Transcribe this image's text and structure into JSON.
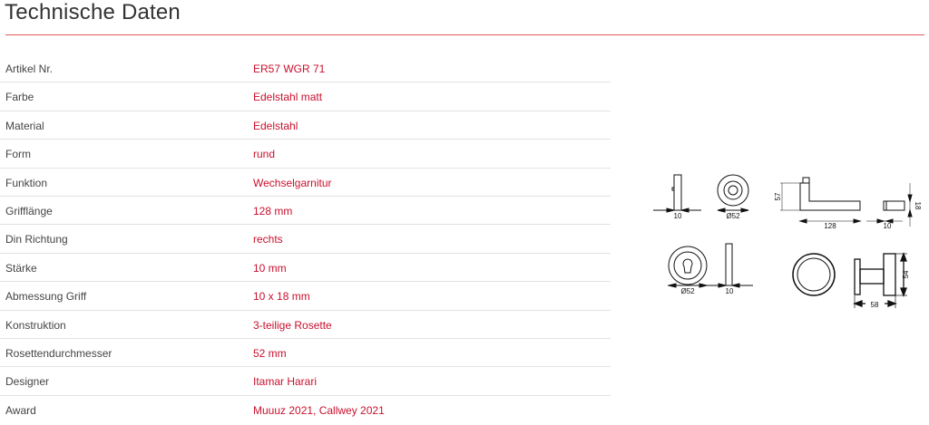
{
  "title": "Technische Daten",
  "accent_color": "#c8102e",
  "specs": [
    {
      "label": "Artikel Nr.",
      "value": "ER57 WGR 71"
    },
    {
      "label": "Farbe",
      "value": "Edelstahl matt"
    },
    {
      "label": "Material",
      "value": "Edelstahl"
    },
    {
      "label": "Form",
      "value": "rund"
    },
    {
      "label": "Funktion",
      "value": "Wechselgarnitur"
    },
    {
      "label": "Grifflänge",
      "value": "128 mm"
    },
    {
      "label": "Din Richtung",
      "value": "rechts"
    },
    {
      "label": "Stärke",
      "value": "10 mm"
    },
    {
      "label": "Abmessung Griff",
      "value": "10 x 18 mm"
    },
    {
      "label": "Konstruktion",
      "value": "3-teilige Rosette"
    },
    {
      "label": "Rosettendurchmesser",
      "value": "52 mm"
    },
    {
      "label": "Designer",
      "value": "Itamar Harari"
    },
    {
      "label": "Award",
      "value": "Muuuz 2021, Callwey 2021"
    }
  ],
  "drawing": {
    "rosette_side_thickness": "10",
    "rosette_diameter": "Ø52",
    "lever_height": "57",
    "lever_length": "128",
    "lever_end_width": "10",
    "lever_end_height": "18",
    "cylinder_rosette_diameter": "Ø52",
    "cylinder_rosette_thickness": "10",
    "knob_height": "54",
    "knob_depth": "58"
  }
}
